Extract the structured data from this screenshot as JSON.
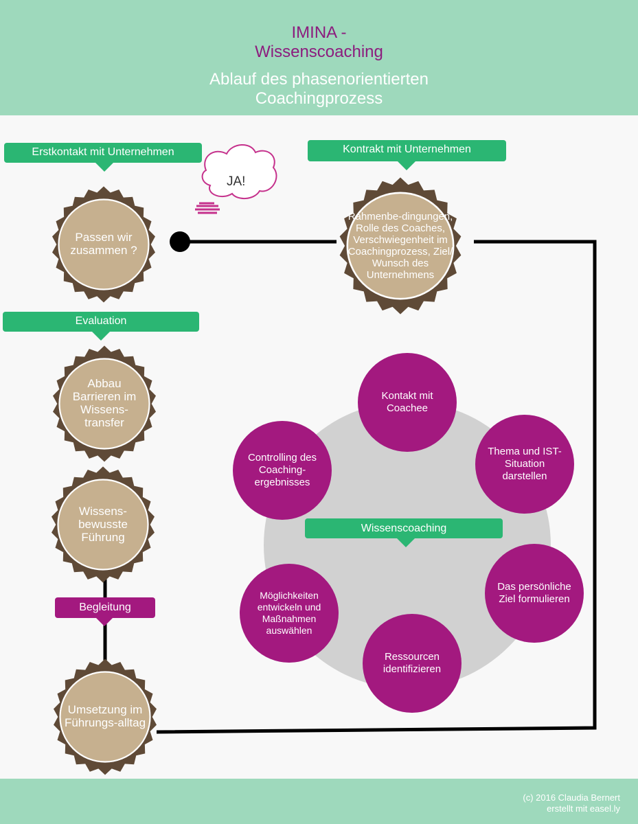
{
  "header": {
    "title_line1": "IMINA -",
    "title_line2": "Wissenscoaching",
    "subtitle_line1": "Ablauf des phasenorientierten",
    "subtitle_line2": "Coachingprozess"
  },
  "labels": {
    "erstkontakt": "Erstkontakt mit Unternehmen",
    "kontrakt": "Kontrakt mit Unternehmen",
    "evaluation": "Evaluation",
    "begleitung": "Begleitung",
    "wissenscoaching": "Wissenscoaching"
  },
  "speech_bubble": "JA!",
  "badges": {
    "passen": "Passen wir zusammen ?",
    "rahmen": "Rahmenbe-dingungen, Rolle des Coaches, Verschwiegenheit im Coachingprozess, Ziel/ Wunsch des Unternehmens",
    "abbau": "Abbau Barrieren im Wissens-transfer",
    "wissensbewusst": "Wissens-bewusste Führung",
    "umsetzung": "Umsetzung im Führungs-alltag"
  },
  "phases": {
    "kontakt": "Kontakt mit Coachee",
    "thema": "Thema und IST-Situation darstellen",
    "ziel": "Das persönliche Ziel formulieren",
    "ressourcen": "Ressourcen identifizieren",
    "moeglichkeiten": "Möglichkeiten entwickeln und Maßnahmen auswählen",
    "controlling": "Controlling des Coaching-ergebnisses"
  },
  "footer": {
    "copyright": "(c) 2016 Claudia Bernert",
    "made_with": "erstellt mit easel.ly"
  },
  "colors": {
    "header_bg": "#9ed9bc",
    "label_green": "#2bb673",
    "purple": "#a3197f",
    "badge_fill": "#c6b08f",
    "badge_border": "#5f4a37",
    "center_circle": "#d1d1d1"
  }
}
